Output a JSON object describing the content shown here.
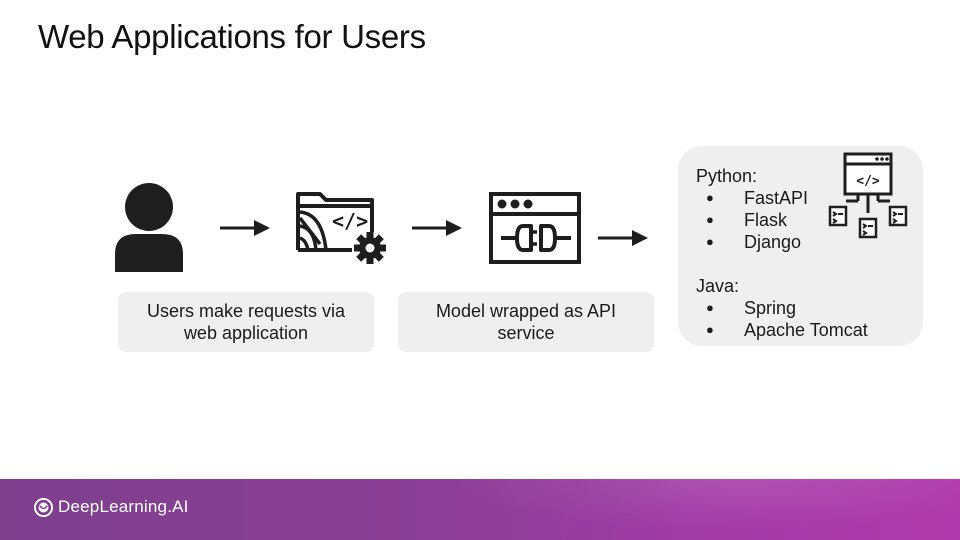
{
  "slide": {
    "title": "Web Applications for Users"
  },
  "icons": {
    "user": "user-icon",
    "web_app": "web-app-code-gear-icon",
    "api": "api-plug-window-icon",
    "server": "code-server-network-icon",
    "arrow": "right-arrow-icon"
  },
  "captions": {
    "users": [
      "Users make requests via",
      "web application"
    ],
    "model": [
      "Model wrapped as API",
      "service"
    ]
  },
  "frameworks": {
    "python_title": "Python:",
    "python_items": [
      "FastAPI",
      "Flask",
      "Django"
    ],
    "java_title": "Java:",
    "java_items": [
      "Spring",
      "Apache Tomcat"
    ],
    "bullet": "●"
  },
  "footer": {
    "brand": "DeepLearning.AI"
  },
  "colors": {
    "icon": "#1e1e1e",
    "caption_bg": "#efefef",
    "footer_start": "#7e3f8d",
    "footer_end": "#b03aab"
  }
}
